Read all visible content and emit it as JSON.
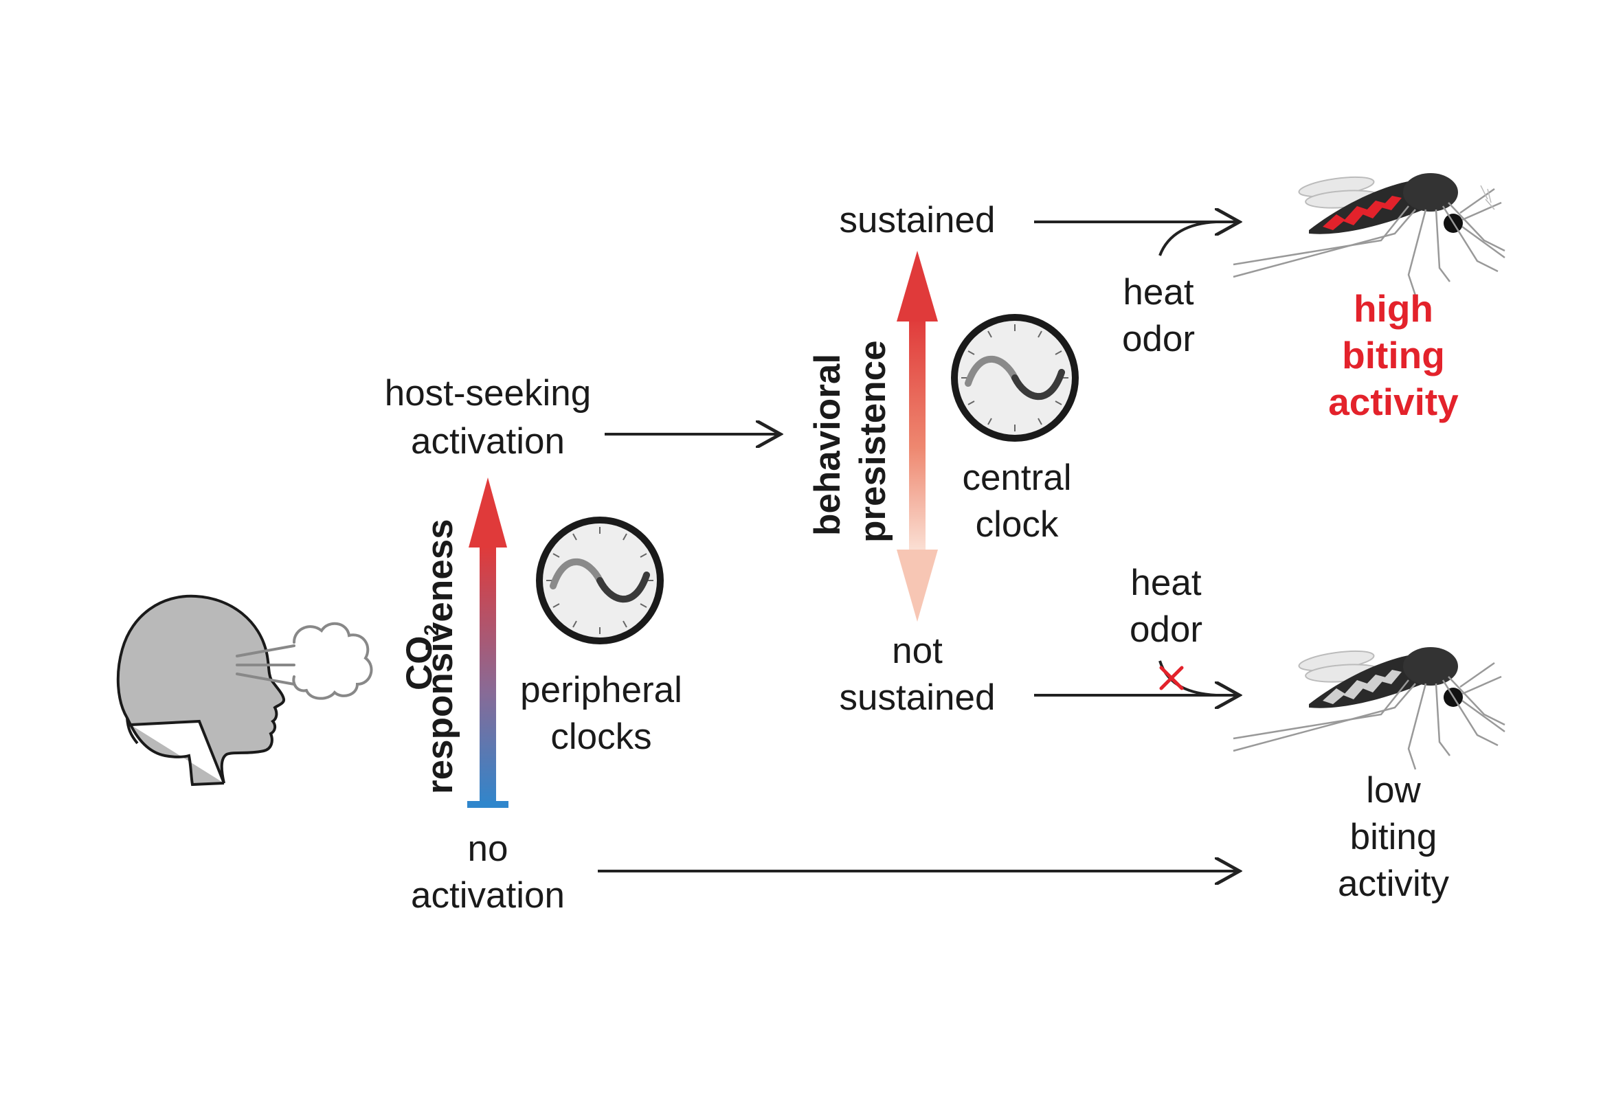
{
  "labels": {
    "host_seeking": [
      "host-seeking",
      "activation"
    ],
    "no_activation": [
      "no",
      "activation"
    ],
    "peripheral_clocks": [
      "peripheral",
      "clocks"
    ],
    "co2_axis": {
      "co": "CO",
      "sub": "2",
      "line2": "responsiveness"
    },
    "behavioral_axis": [
      "behavioral",
      "presistence"
    ],
    "sustained": "sustained",
    "not_sustained": [
      "not",
      "sustained"
    ],
    "central_clock": [
      "central",
      "clock"
    ],
    "heat_odor_top": [
      "heat",
      "odor"
    ],
    "heat_odor_bottom": [
      "heat",
      "odor"
    ],
    "high_biting": [
      "high",
      "biting",
      "activity"
    ],
    "low_biting": [
      "low",
      "biting",
      "activity"
    ]
  },
  "colors": {
    "accent_red": "#e3222b",
    "gradient_top": "#e03a3a",
    "gradient_bottom": "#2f86cc",
    "head_fill": "#b9b9b9"
  },
  "icons": [
    "human-head-icon",
    "breath-cloud-icon",
    "clock-icon",
    "mosquito-icon"
  ]
}
